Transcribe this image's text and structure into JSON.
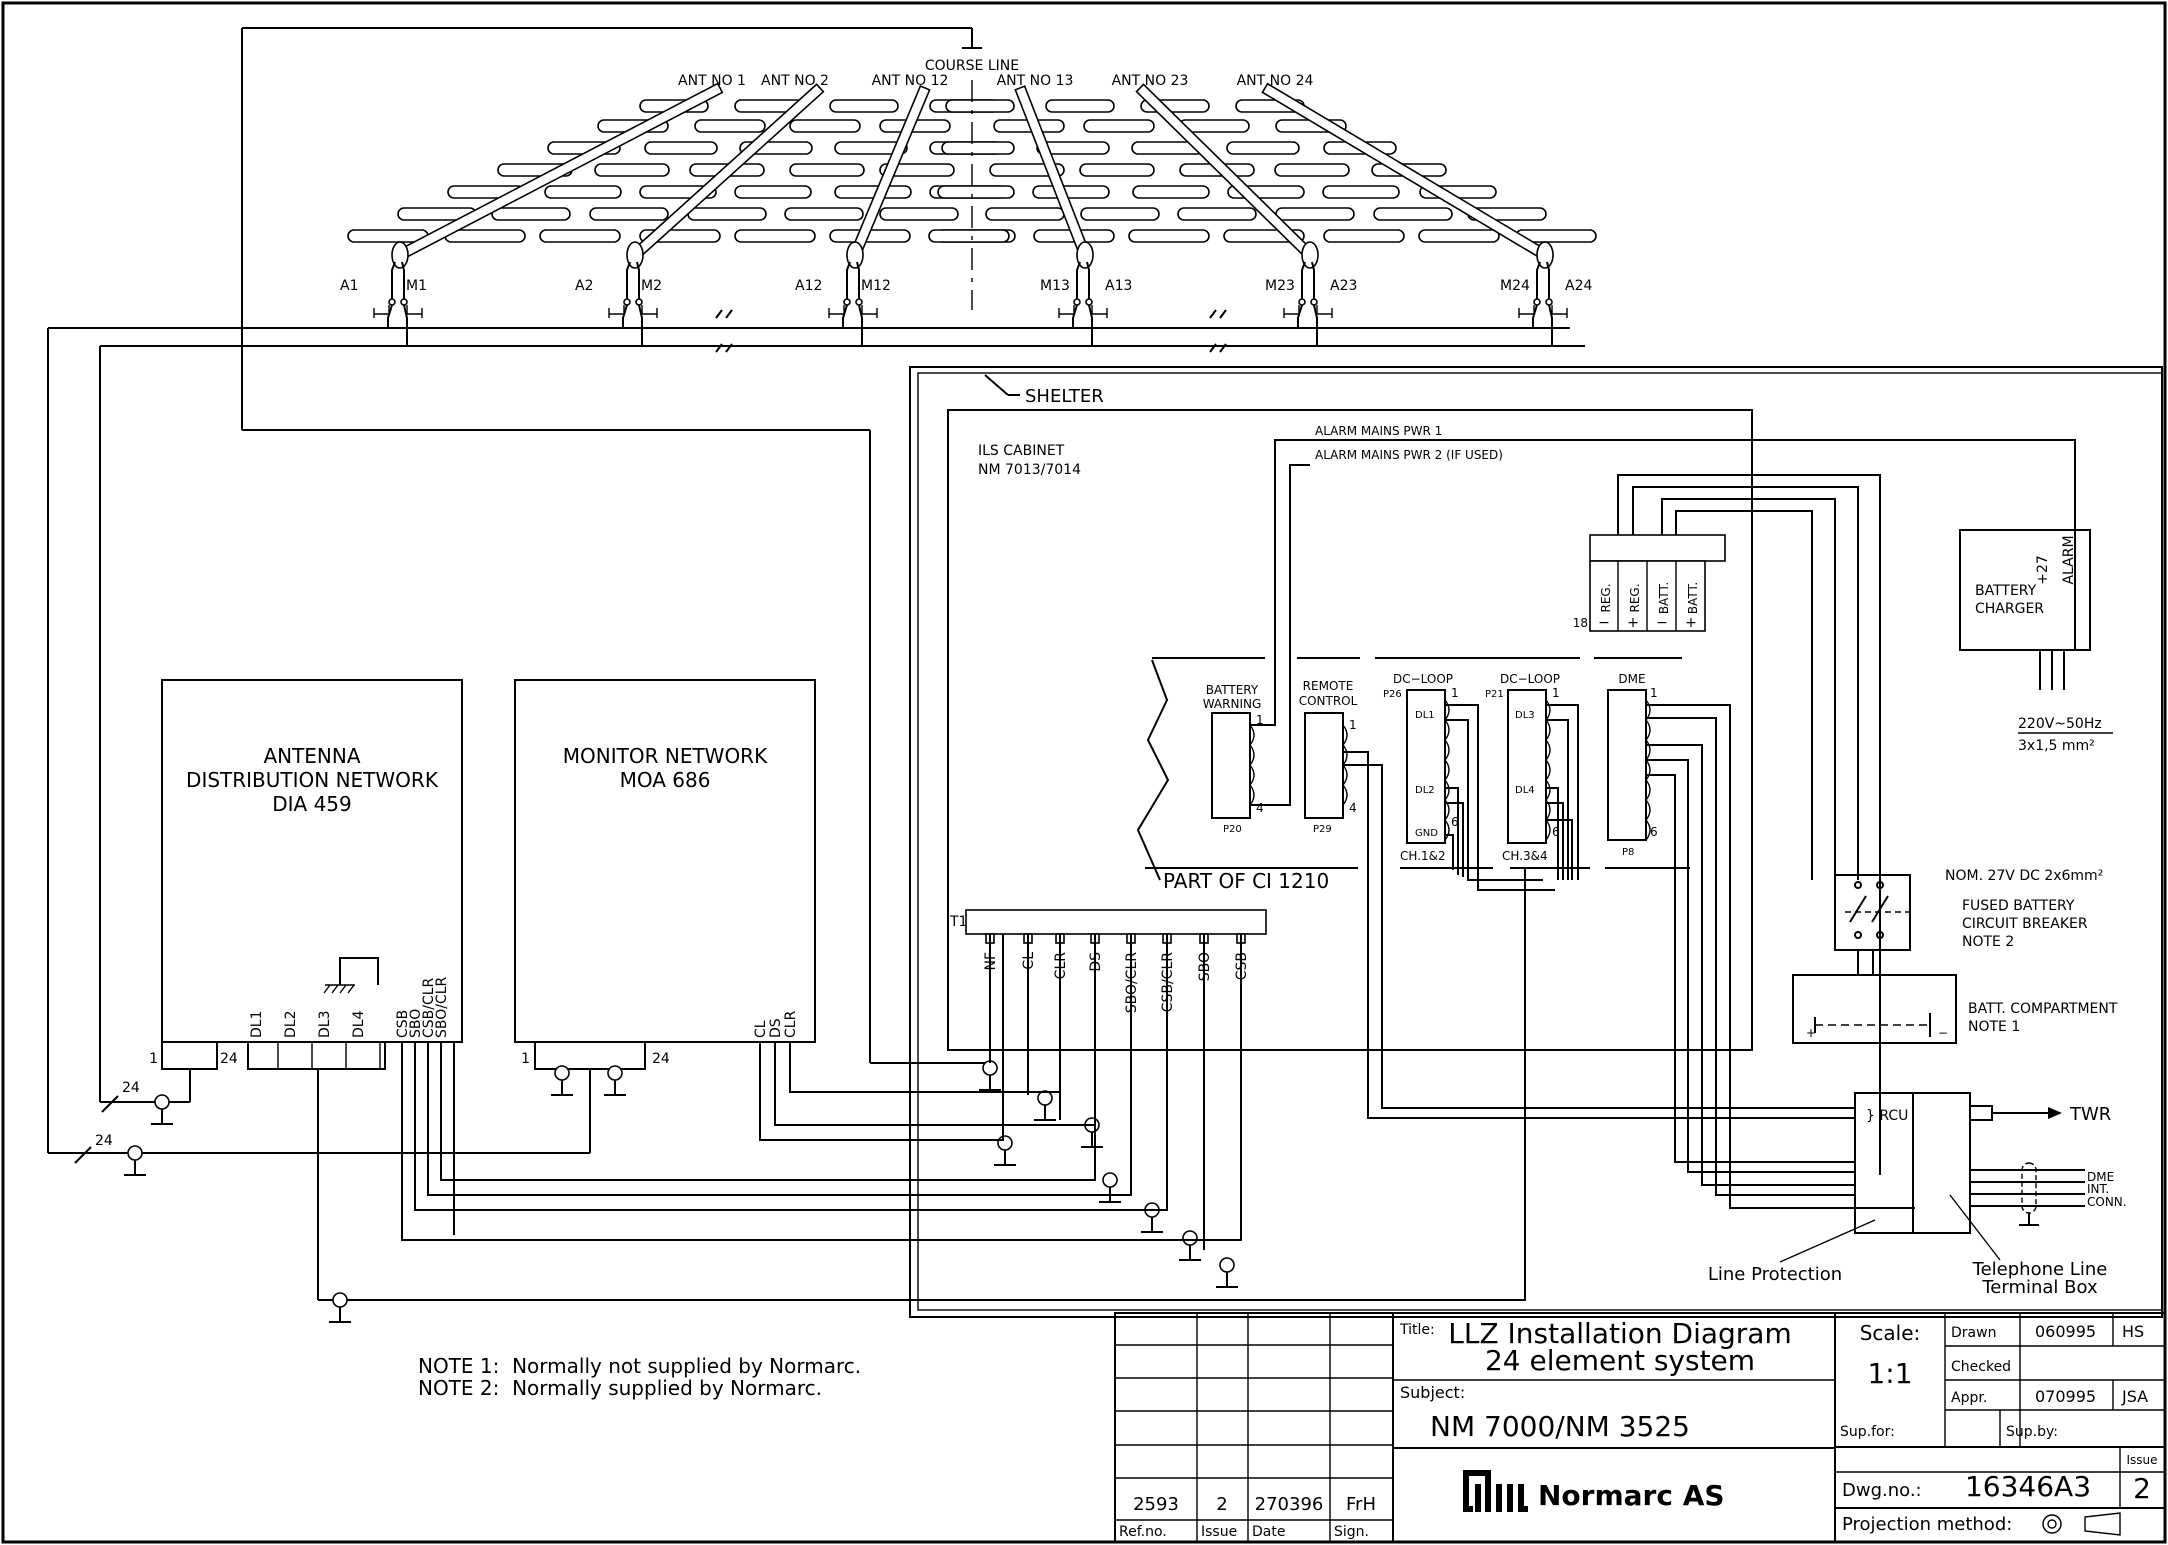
{
  "diagram": {
    "course_line": "COURSE LINE",
    "antennas": [
      {
        "label": "ANT NO 1",
        "a": "A1",
        "m": "M1"
      },
      {
        "label": "ANT NO 2",
        "a": "A2",
        "m": "M2"
      },
      {
        "label": "ANT NO 12",
        "a": "A12",
        "m": "M12"
      },
      {
        "label": "ANT NO 13",
        "a": "A13",
        "m": "M13"
      },
      {
        "label": "ANT NO 23",
        "a": "A23",
        "m": "M23"
      },
      {
        "label": "ANT NO 24",
        "a": "A24",
        "m": "M24"
      }
    ],
    "shelter": "SHELTER",
    "ils_cabinet": [
      "ILS CABINET",
      "NM 7013/7014"
    ],
    "alarm_mains_1": "ALARM MAINS PWR 1",
    "alarm_mains_2": "ALARM MAINS PWR 2 (IF USED)",
    "terminal_strip": {
      "labels": [
        "REG.",
        "REG.",
        "BATT.",
        "BATT."
      ],
      "signs": [
        "−",
        "+",
        "−",
        "+"
      ],
      "number": "18"
    },
    "battery_charger": {
      "name": [
        "BATTERY",
        "CHARGER"
      ],
      "plus27": "+27",
      "alarm": "ALARM"
    },
    "mains": [
      "220V~50Hz",
      "3x1,5 mm²"
    ],
    "nom_dc": "NOM. 27V DC 2x6mm²",
    "fused_breaker": [
      "FUSED BATTERY",
      "CIRCUIT BREAKER",
      "NOTE 2"
    ],
    "batt_compartment": [
      "BATT. COMPARTMENT",
      "NOTE 1"
    ],
    "battery_warning": {
      "title": [
        "BATTERY",
        "WARNING"
      ],
      "pin_top": "1",
      "pin_bottom": "4",
      "connector": "P20"
    },
    "remote_control": {
      "title": [
        "REMOTE",
        "CONTROL"
      ],
      "pin_top": "1",
      "pin_bottom": "4",
      "connector": "P29"
    },
    "dc_loop_1": {
      "title": "DC−LOOP",
      "connector": "P26",
      "pin_top": "1",
      "pin_bottom": "6",
      "dl_a": "DL1",
      "dl_b": "DL2",
      "gnd": "GND",
      "channel": "CH.1&2"
    },
    "dc_loop_2": {
      "title": "DC−LOOP",
      "connector": "P21",
      "pin_top": "1",
      "pin_bottom": "6",
      "dl_a": "DL3",
      "dl_b": "DL4",
      "channel": "CH.3&4"
    },
    "dme_block": {
      "title": "DME",
      "pin_top": "1",
      "pin_bottom": "6",
      "connector": "P8"
    },
    "part_of": "PART OF CI 1210",
    "t1": {
      "label": "T1",
      "pins": [
        "NF",
        "CL",
        "CLR",
        "DS",
        "SBO/CLR",
        "CSB/CLR",
        "SBO",
        "CSB"
      ]
    },
    "adn": {
      "title": [
        "ANTENNA",
        "DISTRIBUTION NETWORK",
        "DIA 459"
      ],
      "pins": [
        "DL1",
        "DL2",
        "DL3",
        "DL4",
        "CSB",
        "SBO",
        "CSB/CLR",
        "SBO/CLR"
      ],
      "left": "1",
      "right": "24"
    },
    "mon": {
      "title": [
        "MONITOR NETWORK",
        "MOA 686"
      ],
      "pins": [
        "CL",
        "DS",
        "CLR"
      ],
      "left": "1",
      "right": "24"
    },
    "cable_24": "24",
    "rcu": "} RCU",
    "twr": "TWR",
    "conn_labels": [
      "DME",
      "INT.",
      "CONN."
    ],
    "line_protection": "Line Protection",
    "tel_box": [
      "Telephone Line",
      "Terminal Box"
    ],
    "notes": [
      "NOTE 1:  Normally not supplied by Normarc.",
      "NOTE 2:  Normally supplied by Normarc."
    ]
  },
  "title_block": {
    "title_label": "Title:",
    "title_lines": [
      "LLZ Installation Diagram",
      "24 element system"
    ],
    "subject_label": "Subject:",
    "subject": "NM 7000/NM 3525",
    "company": "Normarc AS",
    "scale_label": "Scale:",
    "scale": "1:1",
    "drawn_label": "Drawn",
    "drawn_date": "060995",
    "drawn_by": "HS",
    "checked_label": "Checked",
    "appr_label": "Appr.",
    "appr_date": "070995",
    "appr_by": "JSA",
    "sup_for": "Sup.for:",
    "sup_by": "Sup.by:",
    "dwg_label": "Dwg.no.:",
    "dwg_no": "16346A3",
    "issue_label": "Issue",
    "issue": "2",
    "projection": "Projection method:",
    "rev": {
      "ref": "2593",
      "issue": "2",
      "date": "270396",
      "sign": "FrH"
    },
    "rev_headers": [
      "Ref.no.",
      "Issue",
      "Date",
      "Sign."
    ]
  }
}
